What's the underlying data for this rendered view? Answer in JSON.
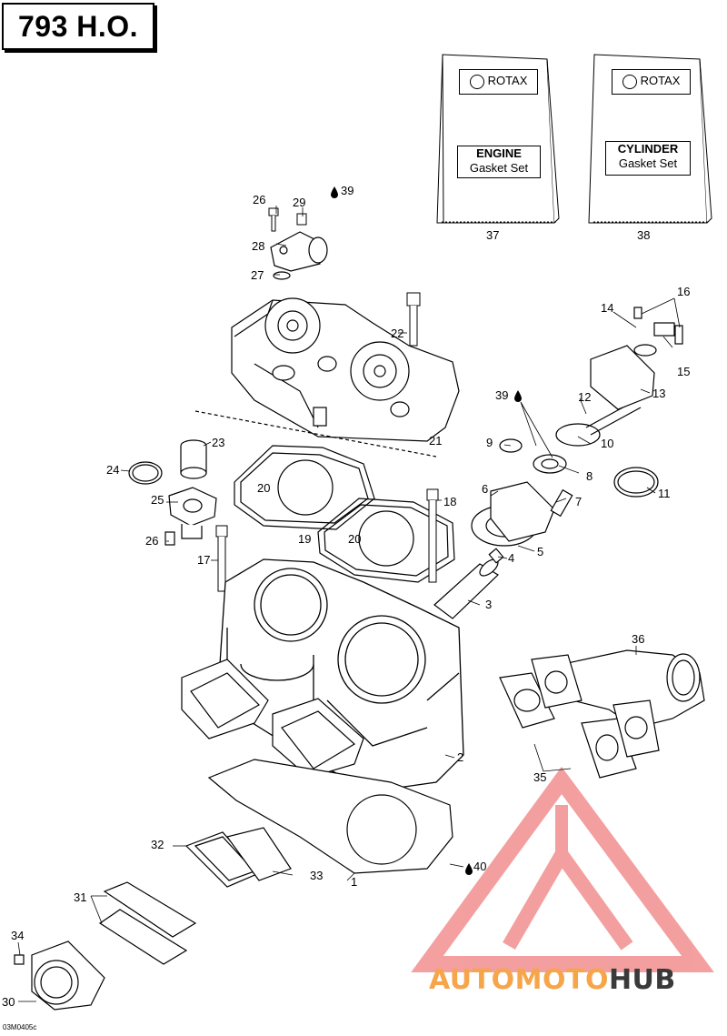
{
  "title": "793 H.O.",
  "figure_code": "03M0405c",
  "booklets": [
    {
      "brand": "ROTAX",
      "line1": "ENGINE",
      "line2": "Gasket Set",
      "number": "37"
    },
    {
      "brand": "ROTAX",
      "line1": "CYLINDER",
      "line2": "Gasket Set",
      "number": "38"
    }
  ],
  "callouts": {
    "c1": "1",
    "c2": "2",
    "c3": "3",
    "c4": "4",
    "c5": "5",
    "c6": "6",
    "c7": "7",
    "c8": "8",
    "c9": "9",
    "c10": "10",
    "c11": "11",
    "c12": "12",
    "c13": "13",
    "c14": "14",
    "c15": "15",
    "c16": "16",
    "c17": "17",
    "c18": "18",
    "c19": "19",
    "c20a": "20",
    "c20b": "20",
    "c21": "21",
    "c22": "22",
    "c23": "23",
    "c24": "24",
    "c25": "25",
    "c26a": "26",
    "c26b": "26",
    "c27": "27",
    "c28": "28",
    "c29": "29",
    "c30": "30",
    "c31": "31",
    "c32": "32",
    "c33": "33",
    "c34": "34",
    "c35": "35",
    "c36": "36",
    "c39a": "39",
    "c39b": "39",
    "c40": "40"
  },
  "watermark": {
    "part1": "AUTOMOTO",
    "part2": "HUB",
    "color1": "#f6a54a",
    "color2": "#3a3a3a",
    "logo_color": "#f08080"
  }
}
